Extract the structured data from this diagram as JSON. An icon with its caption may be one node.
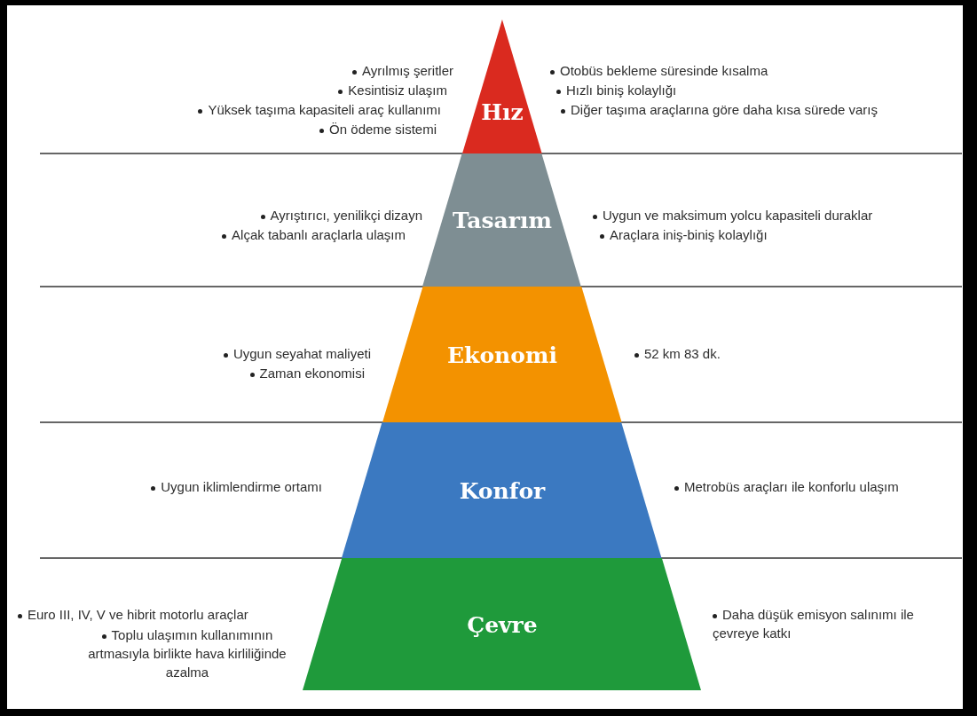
{
  "diagram": {
    "nodes": [
      {
        "text": [
          "Hız"
        ]
      },
      {
        "text": [
          "Tasarım"
        ]
      },
      {
        "text": [
          "Ekonomi"
        ]
      },
      {
        "text": [
          "Konfor"
        ]
      },
      {
        "text": [
          "Çevre"
        ]
      }
    ],
    "labels": [
      "Ayrılmış şeritler",
      "Kesintisiz ulaşım",
      "Yüksek taşıma kapasiteli araç kullanımı",
      "Ön ödeme sistemi",
      "Otobüs bekleme süresinde kısalma",
      "Hızlı biniş kolaylığı",
      "Diğer taşıma araçlarına göre daha kısa sürede varış",
      "Ayrıştırıcı, yenilikçi dizayn",
      "Alçak tabanlı araçlarla ulaşım",
      "Uygun ve maksimum yolcu kapasiteli duraklar",
      "Araçlara iniş-biniş kolaylığı",
      "Uygun seyahat maliyeti",
      "Zaman ekonomisi",
      "52 km 83 dk.",
      "Uygun iklimlendirme ortamı",
      "Metrobüs araçları ile konforlu ulaşım",
      "Euro III, IV, V ve hibrit motorlu araçlar",
      "Toplu ulaşımın kullanımının artmasıyla birlikte hava kirliliğinde azalma",
      "Daha düşük emisyon salınımı ile çevreye katkı"
    ]
  }
}
